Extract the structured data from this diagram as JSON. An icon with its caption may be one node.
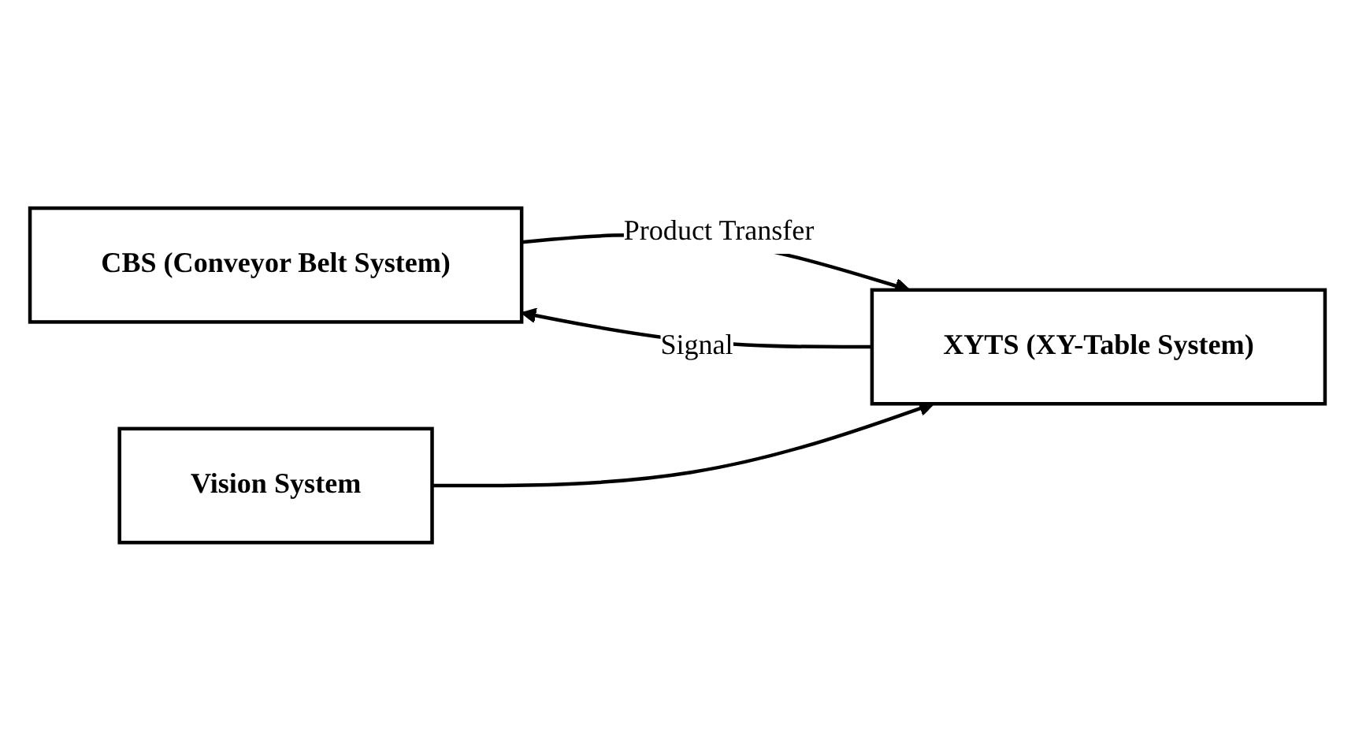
{
  "diagram": {
    "nodes": [
      {
        "text": [
          "CBS (Conveyor Belt System)"
        ]
      },
      {
        "text": [
          "XYTS (XY-Table System)"
        ]
      },
      {
        "text": [
          "Vision System"
        ]
      }
    ],
    "edges": [
      {
        "from": 0,
        "to": 1,
        "arrow": "to",
        "label": "Product Transfer"
      },
      {
        "from": 1,
        "to": 0,
        "arrow": "to",
        "label": "Signal"
      },
      {
        "from": 2,
        "to": 1,
        "arrow": "to"
      }
    ]
  }
}
